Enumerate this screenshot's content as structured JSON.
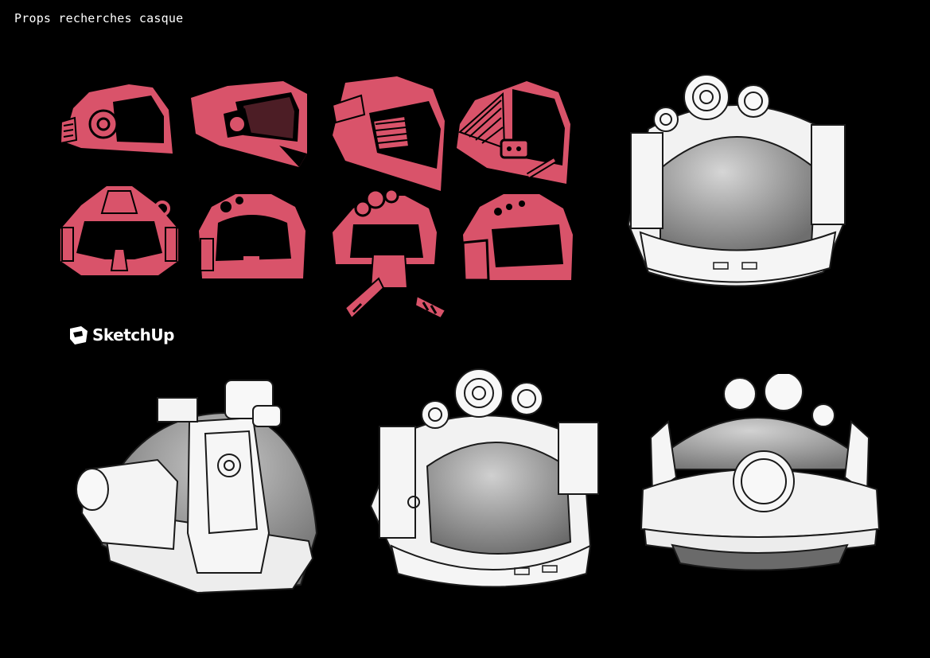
{
  "page": {
    "title": "Props recherches casque"
  },
  "brand": {
    "logo_text": "SketchUp",
    "logo_icon": "sketchup-logo-icon"
  },
  "colors": {
    "background": "#000000",
    "sketch_fill": "#d9536a",
    "sketch_ink": "#000000",
    "render_line": "#1a1a1a",
    "render_body": "#f2f2f2",
    "dome": "#8f8f8f"
  },
  "sketches": [
    "helmet-sketch-side-1",
    "helmet-sketch-side-2",
    "helmet-sketch-side-3",
    "helmet-sketch-side-4",
    "helmet-sketch-front-1",
    "helmet-sketch-front-2",
    "helmet-sketch-front-3",
    "helmet-sketch-front-4"
  ],
  "renders": [
    "helmet-render-front",
    "helmet-render-side",
    "helmet-render-three-quarter",
    "helmet-render-back"
  ]
}
